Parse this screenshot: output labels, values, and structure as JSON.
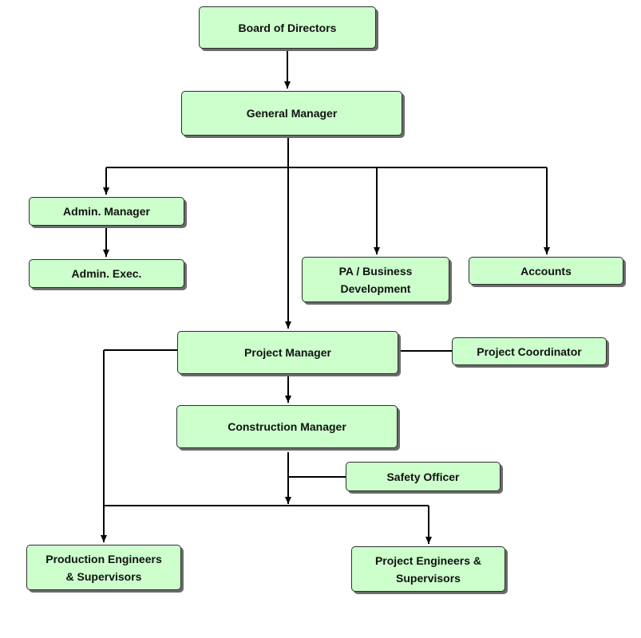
{
  "colors": {
    "box_fill": "#ccffcc",
    "box_border": "#2f2f2f",
    "box_shadow": "#6b6b6b",
    "line": "#000000"
  },
  "nodes": {
    "board": "Board of Directors",
    "general_manager": "General Manager",
    "admin_manager": "Admin. Manager",
    "admin_exec": "Admin. Exec.",
    "pa_business_line1": "PA / Business",
    "pa_business_line2": "Development",
    "accounts": "Accounts",
    "project_manager": "Project Manager",
    "project_coordinator": "Project Coordinator",
    "construction_manager": "Construction Manager",
    "safety_officer": "Safety Officer",
    "production_engineers_line1": "Production Engineers",
    "production_engineers_line2": "& Supervisors",
    "project_engineers_line1": "Project Engineers &",
    "project_engineers_line2": "Supervisors"
  }
}
